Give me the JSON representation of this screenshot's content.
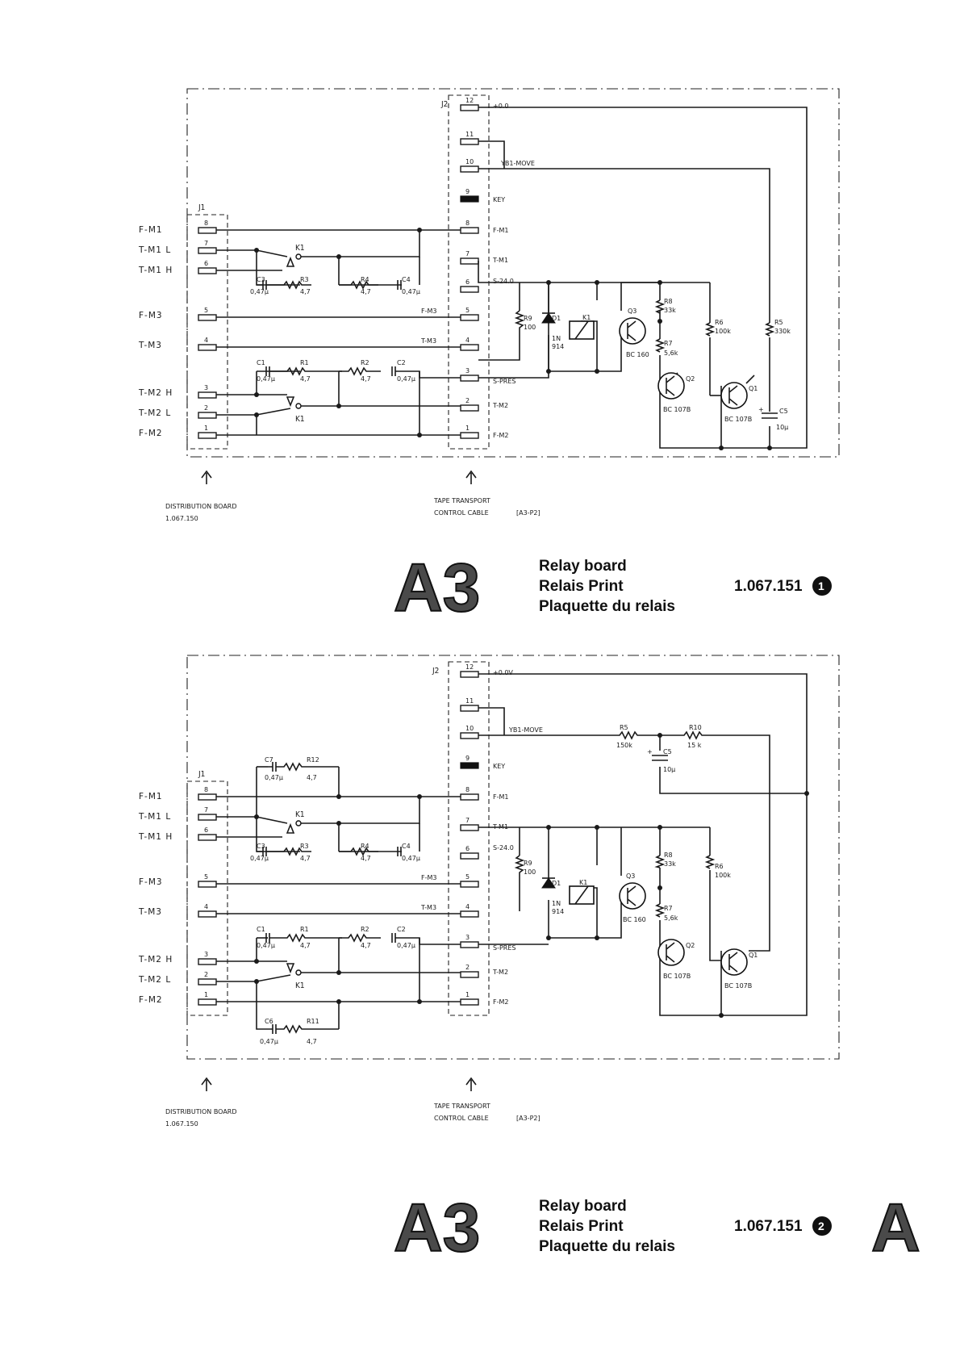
{
  "schematic_1": {
    "connector_j1": "J1",
    "connector_j2": "J2",
    "j1_signals": [
      "F-M1",
      "T-M1 L",
      "T-M1 H",
      "F-M3",
      "T-M3",
      "T-M2 H",
      "T-M2 L",
      "F-M2"
    ],
    "j1_pins": [
      "8",
      "7",
      "6",
      "5",
      "4",
      "3",
      "2",
      "1"
    ],
    "j2_pins": [
      "12",
      "11",
      "10",
      "9",
      "8",
      "7",
      "6",
      "5",
      "4",
      "3",
      "2",
      "1"
    ],
    "j2_signals": [
      "+0.0",
      "YB1-MOVE",
      "KEY",
      "F-M1",
      "T-M1",
      "S-24.0",
      "F-M3",
      "T-M3",
      "S-PRES",
      "T-M2",
      "F-M2"
    ],
    "components": {
      "k1": "K1",
      "c3": "C3",
      "c3v": "0,47μ",
      "r3": "R3",
      "r3v": "4,7",
      "r4": "R4",
      "r4v": "4,7",
      "c4": "C4",
      "c4v": "0,47μ",
      "c1": "C1",
      "c1v": "0,47μ",
      "r1": "R1",
      "r1v": "4,7",
      "r2": "R2",
      "r2v": "4,7",
      "c2": "C2",
      "c2v": "0,47μ",
      "r9": "R9",
      "r9v": "100",
      "d1": "D1",
      "d1v": "1N",
      "d1v2": "914",
      "k1b": "K1",
      "q3": "Q3",
      "q3v": "BC 160",
      "r8": "R8",
      "r8v": "33k",
      "r6": "R6",
      "r6v": "100k",
      "r5": "R5",
      "r5v": "330k",
      "r7": "R7",
      "r7v": "5,6k",
      "q2": "Q2",
      "q2v": "BC 107B",
      "q1": "Q1",
      "q1v": "BC 107B",
      "c5": "C5",
      "c5v": "10μ",
      "plus": "+"
    },
    "distribution_board": "DISTRIBUTION BOARD",
    "distribution_board_no": "1.067.150",
    "tape_transport_1": "TAPE TRANSPORT",
    "tape_transport_2": "CONTROL CABLE",
    "tape_transport_ref": "[A3-P2]",
    "arrow": "↑"
  },
  "title_block_1": {
    "code": "A3",
    "line1": "Relay board",
    "line2": "Relais Print",
    "line3": "Plaquette du relais",
    "part_number": "1.067.151",
    "badge": "1"
  },
  "schematic_2": {
    "connector_j1": "J1",
    "connector_j2": "J2",
    "j1_signals": [
      "F-M1",
      "T-M1 L",
      "T-M1 H",
      "F-M3",
      "T-M3",
      "T-M2 H",
      "T-M2 L",
      "F-M2"
    ],
    "j1_pins": [
      "8",
      "7",
      "6",
      "5",
      "4",
      "3",
      "2",
      "1"
    ],
    "j2_pins": [
      "12",
      "11",
      "10",
      "9",
      "8",
      "7",
      "6",
      "5",
      "4",
      "3",
      "2",
      "1"
    ],
    "j2_signals": [
      "+0.0V",
      "YB1-MOVE",
      "KEY",
      "F-M1",
      "T-M1",
      "S-24.0",
      "F-M3",
      "T-M3",
      "S-PRES",
      "T-M2",
      "F-M2"
    ],
    "components": {
      "c7": "C7",
      "c7v": "0,47μ",
      "r12": "R12",
      "r12v": "4,7",
      "k1": "K1",
      "c3": "C3",
      "c3v": "0,47μ",
      "r3": "R3",
      "r3v": "4,7",
      "r4": "R4",
      "r4v": "4,7",
      "c4": "C4",
      "c4v": "0,47μ",
      "c1": "C1",
      "c1v": "0,47μ",
      "r1": "R1",
      "r1v": "4,7",
      "r2": "R2",
      "r2v": "4,7",
      "c2": "C2",
      "c2v": "0,47μ",
      "c6": "C6",
      "c6v": "0,47μ",
      "r11": "R11",
      "r11v": "4,7",
      "r5": "R5",
      "r5v": "150k",
      "r10": "R10",
      "r10v": "15 k",
      "c5": "C5",
      "c5v": "10μ",
      "plus": "+",
      "r9": "R9",
      "r9v": "100",
      "d1": "D1",
      "d1v": "1N",
      "d1v2": "914",
      "k1b": "K1",
      "q3": "Q3",
      "q3v": "BC 160",
      "r8": "R8",
      "r8v": "33k",
      "r6": "R6",
      "r6v": "100k",
      "r7": "R7",
      "r7v": "5,6k",
      "q2": "Q2",
      "q2v": "BC 107B",
      "q1": "Q1",
      "q1v": "BC 107B"
    },
    "distribution_board": "DISTRIBUTION BOARD",
    "distribution_board_no": "1.067.150",
    "tape_transport_1": "TAPE TRANSPORT",
    "tape_transport_2": "CONTROL CABLE",
    "tape_transport_ref": "[A3-P2]",
    "arrow": "↑"
  },
  "title_block_2": {
    "code": "A3",
    "line1": "Relay board",
    "line2": "Relais Print",
    "line3": "Plaquette du relais",
    "part_number": "1.067.151",
    "badge": "2"
  },
  "corner_letter": "A"
}
